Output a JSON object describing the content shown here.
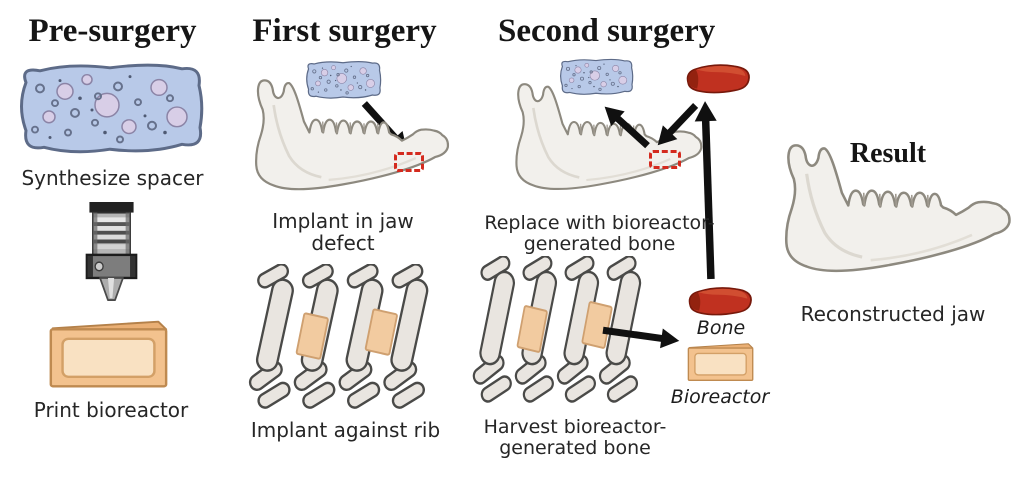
{
  "sections": {
    "pre_surgery": {
      "title": "Pre-surgery",
      "synthesize_caption": "Synthesize spacer",
      "print_caption": "Print bioreactor"
    },
    "first_surgery": {
      "title": "First surgery",
      "implant_jaw_caption": "Implant in jaw defect",
      "implant_rib_caption": "Implant against rib"
    },
    "second_surgery": {
      "title": "Second surgery",
      "replace_caption": "Replace with bioreactor-generated bone",
      "harvest_caption": "Harvest bioreactor-generated bone",
      "bone_label": "Bone",
      "bioreactor_label": "Bioreactor"
    },
    "result": {
      "title": "Result",
      "caption": "Reconstructed jaw"
    }
  },
  "colors": {
    "background": "#ffffff",
    "text": "#262626",
    "title_text": "#151515",
    "spacer_fill": "#b8c9e8",
    "spacer_bubble": "#d8cee7",
    "spacer_outline": "#5d6b88",
    "bone_red": "#c03120",
    "bone_red_dark": "#93220f",
    "bone_red_light": "#d14e31",
    "bone_outline": "#77190b",
    "bioreactor_fill": "#f3c28e",
    "bioreactor_inner": "#f9e1c2",
    "bioreactor_outline": "#bf8a50",
    "rib_fill": "#e9e5e0",
    "rib_outline": "#4a4a48",
    "implant_fill": "#f2cba0",
    "jaw_fill": "#f2f0ec",
    "jaw_outline": "#8d897f",
    "defect_dashed": "#d42a1e",
    "arrow": "#101010"
  }
}
